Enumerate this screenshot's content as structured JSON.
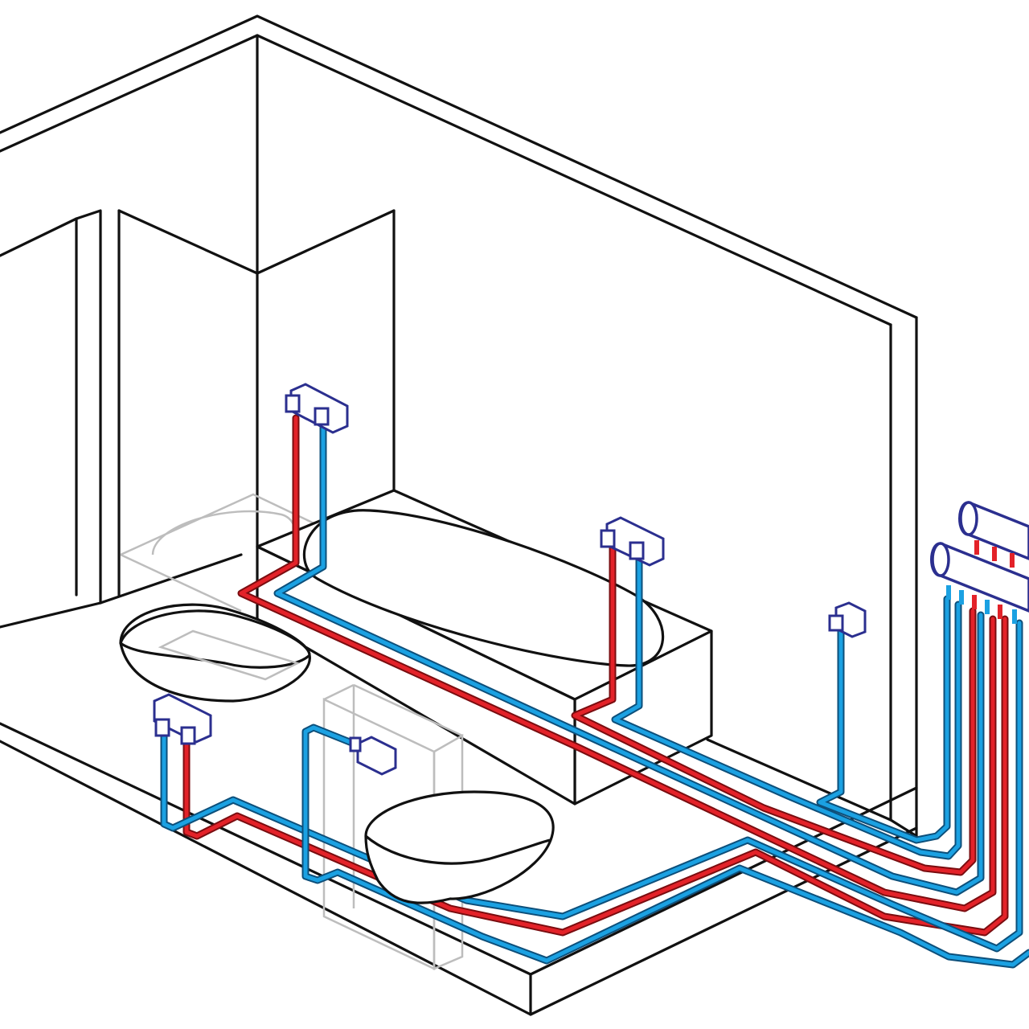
{
  "diagram": {
    "kind": "bathroom-water-supply-isometric",
    "labels": [],
    "colors": {
      "hot_water": "#e32229",
      "cold_water": "#1ba1e2",
      "fittings": "#2b2f8f",
      "outline": "#111111",
      "ghost": "#bdbdbd"
    },
    "components": [
      "room-walls",
      "shower-tray",
      "shower-mixer",
      "bathtub",
      "bath-mixer",
      "washbasin",
      "basin-mixer",
      "wc-installation-frame",
      "wall-hung-toilet",
      "cistern-valve",
      "utility-tap",
      "hot-water-manifold",
      "cold-water-manifold"
    ]
  }
}
